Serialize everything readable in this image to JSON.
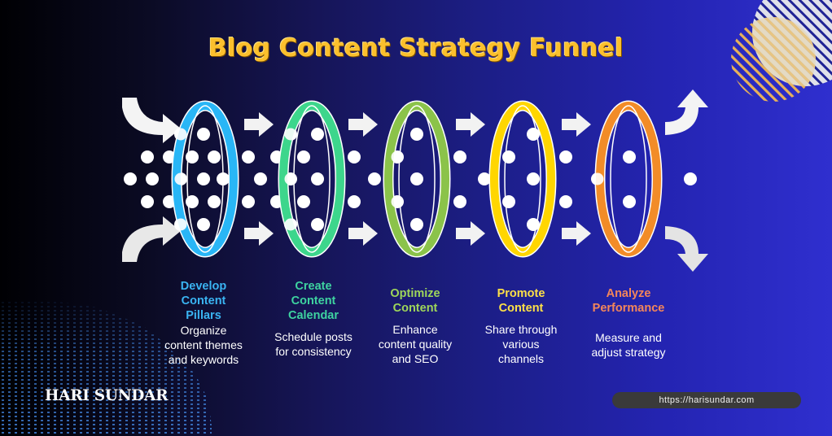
{
  "title": "Blog Content Strategy Funnel",
  "colors": {
    "title": "#fbc02d",
    "ring_1": "#29b6f6",
    "ring_2": "#3dd68c",
    "ring_3": "#8bc34a",
    "ring_4": "#ffd600",
    "ring_5": "#f28c28",
    "head_1": "#3ab4f2",
    "head_2": "#3ed3a0",
    "head_3": "#9ed65a",
    "head_4": "#fde047",
    "head_5": "#f4865a"
  },
  "steps": [
    {
      "heading": "Develop Content Pillars",
      "heading_lines": [
        "Develop",
        "Content",
        "Pillars"
      ],
      "description_lines": [
        "Organize",
        "content themes",
        "and keywords"
      ]
    },
    {
      "heading": "Create Content Calendar",
      "heading_lines": [
        "Create",
        "Content",
        "Calendar"
      ],
      "description_lines": [
        "Schedule posts",
        "for consistency"
      ]
    },
    {
      "heading": "Optimize Content",
      "heading_lines": [
        "Optimize",
        "Content"
      ],
      "description_lines": [
        "Enhance",
        "content quality",
        "and SEO"
      ]
    },
    {
      "heading": "Promote Content",
      "heading_lines": [
        "Promote",
        "Content"
      ],
      "description_lines": [
        "Share through",
        "various",
        "channels"
      ]
    },
    {
      "heading": "Analyze Performance",
      "heading_lines": [
        "Analyze",
        "Performance"
      ],
      "description_lines": [
        "Measure and",
        "adjust strategy"
      ]
    }
  ],
  "icons": {
    "input_arrows": "curved-arrow-in-icon",
    "flow_arrows": "right-arrow-icon",
    "output_arrows": "curved-arrow-out-icon",
    "rings": "ring-filter-icon",
    "dots": "data-dot-icon"
  },
  "footer": {
    "brand": "HARI SUNDAR",
    "url": "https://harisundar.com"
  }
}
